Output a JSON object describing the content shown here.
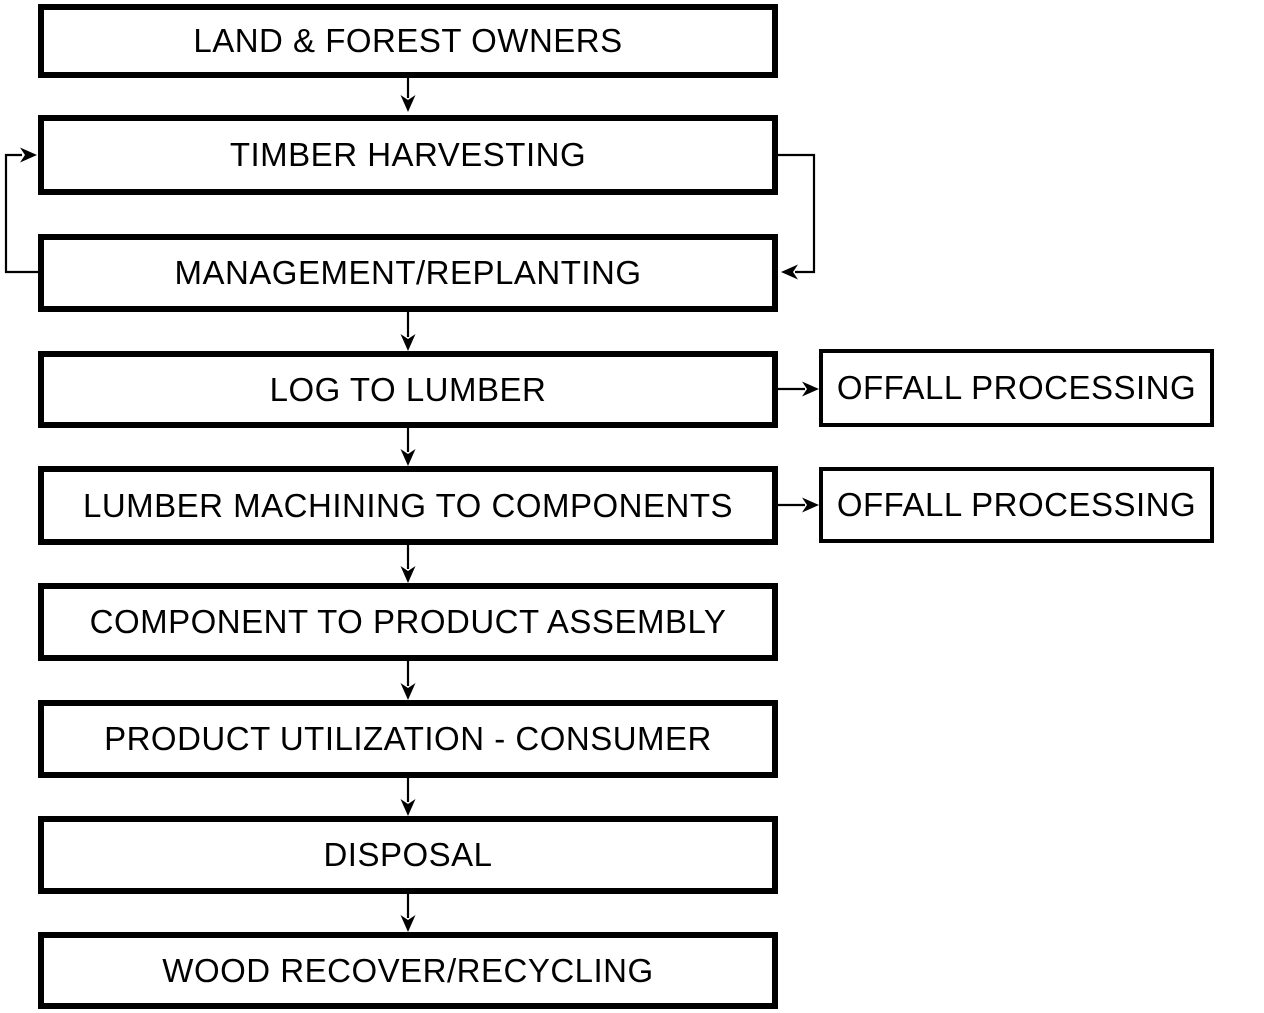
{
  "figure": {
    "kind": "flowchart",
    "background_color": "#ffffff",
    "line_color": "#000000",
    "box_fill_color": "#ffffff",
    "text_color": "#000000"
  },
  "flowchart": {
    "main_nodes": [
      {
        "id": "land-forest-owners",
        "label": "LAND & FOREST OWNERS"
      },
      {
        "id": "timber-harvesting",
        "label": "TIMBER HARVESTING"
      },
      {
        "id": "management-replanting",
        "label": "MANAGEMENT/REPLANTING"
      },
      {
        "id": "log-to-lumber",
        "label": "LOG TO LUMBER"
      },
      {
        "id": "lumber-machining-to-components",
        "label": "LUMBER MACHINING TO COMPONENTS"
      },
      {
        "id": "component-to-product-assembly",
        "label": "COMPONENT TO PRODUCT ASSEMBLY"
      },
      {
        "id": "product-utilization-consumer",
        "label": "PRODUCT UTILIZATION - CONSUMER"
      },
      {
        "id": "disposal",
        "label": "DISPOSAL"
      },
      {
        "id": "wood-recover-recycling",
        "label": "WOOD RECOVER/RECYCLING"
      }
    ],
    "side_nodes": [
      {
        "id": "offall-processing-1",
        "label": "OFFALL PROCESSING"
      },
      {
        "id": "offall-processing-2",
        "label": "OFFALL PROCESSING"
      }
    ],
    "edges": [
      {
        "from": "land-forest-owners",
        "to": "timber-harvesting",
        "style": "straight-down-arrow"
      },
      {
        "from": "timber-harvesting",
        "to": "management-replanting",
        "style": "right-side-loop-arrow"
      },
      {
        "from": "management-replanting",
        "to": "timber-harvesting",
        "style": "left-side-loop-arrow"
      },
      {
        "from": "management-replanting",
        "to": "log-to-lumber",
        "style": "straight-down-arrow"
      },
      {
        "from": "log-to-lumber",
        "to": "offall-processing-1",
        "style": "right-arrow"
      },
      {
        "from": "log-to-lumber",
        "to": "lumber-machining-to-components",
        "style": "straight-down-arrow"
      },
      {
        "from": "lumber-machining-to-components",
        "to": "offall-processing-2",
        "style": "right-arrow"
      },
      {
        "from": "lumber-machining-to-components",
        "to": "component-to-product-assembly",
        "style": "straight-down-arrow"
      },
      {
        "from": "component-to-product-assembly",
        "to": "product-utilization-consumer",
        "style": "straight-down-arrow"
      },
      {
        "from": "product-utilization-consumer",
        "to": "disposal",
        "style": "straight-down-arrow"
      },
      {
        "from": "disposal",
        "to": "wood-recover-recycling",
        "style": "straight-down-arrow"
      }
    ]
  }
}
